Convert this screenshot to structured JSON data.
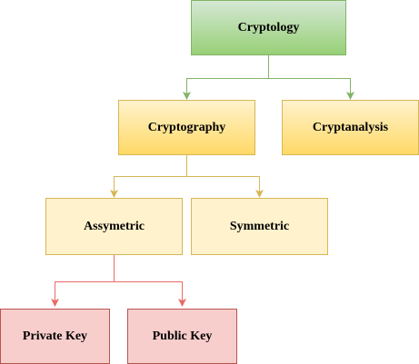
{
  "nodes": {
    "cryptology": "Cryptology",
    "cryptography": "Cryptography",
    "cryptanalysis": "Cryptanalysis",
    "assymetric": "Assymetric",
    "symmetric": "Symmetric",
    "private_key": "Private Key",
    "public_key": "Public Key"
  },
  "colors": {
    "green_fill_top": "#d5e8d4",
    "green_fill_bottom": "#97d077",
    "green_stroke": "#82b366",
    "orange_fill_top": "#fff2cc",
    "orange_fill_bottom": "#ffd966",
    "yellow_fill": "#fff2cc",
    "yellow_stroke": "#d6b656",
    "red_fill": "#f8cecc",
    "red_stroke": "#b85450",
    "red_connector": "#ea6b66"
  }
}
